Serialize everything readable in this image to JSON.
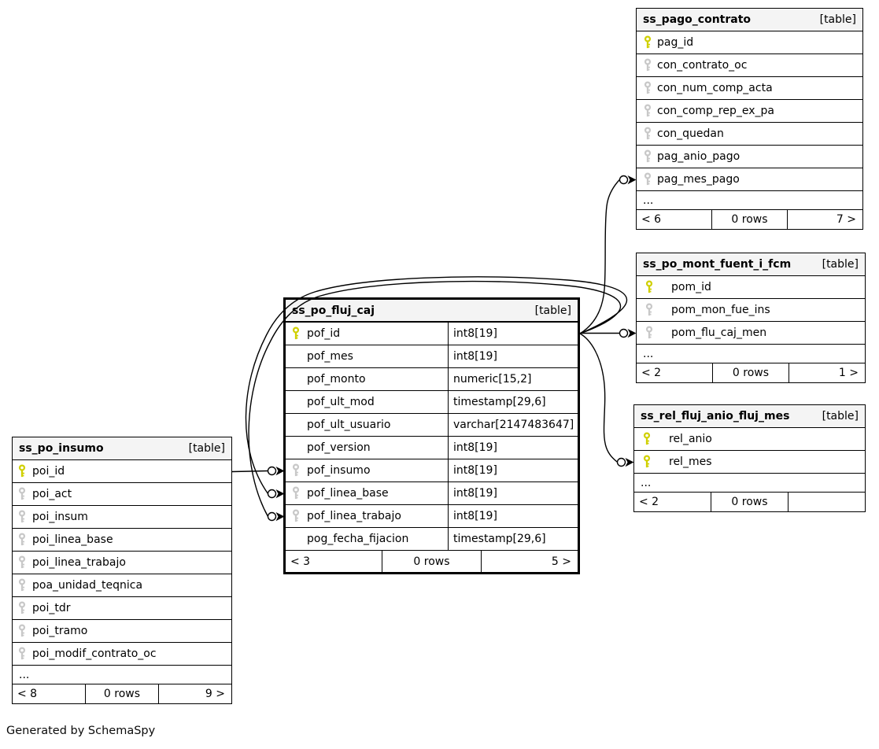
{
  "page": {
    "footer_note": "Generated by SchemaSpy"
  },
  "colors": {
    "primary_key": "#d0d000",
    "foreign_key": "#c8c8c8",
    "header_bg": "#f4f4f4",
    "line": "#000000"
  },
  "tables": [
    {
      "id": "ss_pago_contrato",
      "title": "ss_pago_contrato",
      "badge": "[table]",
      "columns": [
        {
          "name": "pag_id",
          "key": "primary"
        },
        {
          "name": "con_contrato_oc",
          "key": "foreign"
        },
        {
          "name": "con_num_comp_acta",
          "key": "foreign"
        },
        {
          "name": "con_comp_rep_ex_pa",
          "key": "foreign"
        },
        {
          "name": "con_quedan",
          "key": "foreign"
        },
        {
          "name": "pag_anio_pago",
          "key": "foreign"
        },
        {
          "name": "pag_mes_pago",
          "key": "foreign"
        }
      ],
      "ellipsis": "...",
      "footer": {
        "left": "< 6",
        "center": "0 rows",
        "right": "7 >"
      }
    },
    {
      "id": "ss_po_mont_fuent_i_fcm",
      "title": "ss_po_mont_fuent_i_fcm",
      "badge": "[table]",
      "columns": [
        {
          "name": "pom_id",
          "key": "primary"
        },
        {
          "name": "pom_mon_fue_ins",
          "key": "foreign"
        },
        {
          "name": "pom_flu_caj_men",
          "key": "foreign"
        }
      ],
      "ellipsis": "...",
      "footer": {
        "left": "< 2",
        "center": "0 rows",
        "right": "1 >"
      }
    },
    {
      "id": "ss_rel_fluj_anio_fluj_mes",
      "title": "ss_rel_fluj_anio_fluj_mes",
      "badge": "[table]",
      "columns": [
        {
          "name": "rel_anio",
          "key": "primary"
        },
        {
          "name": "rel_mes",
          "key": "primary"
        }
      ],
      "ellipsis": "...",
      "footer": {
        "left": "< 2",
        "center": "0 rows",
        "right": ""
      }
    },
    {
      "id": "ss_po_fluj_caj",
      "title": "ss_po_fluj_caj",
      "badge": "[table]",
      "columns": [
        {
          "name": "pof_id",
          "key": "primary",
          "type": "int8[19]"
        },
        {
          "name": "pof_mes",
          "key": null,
          "type": "int8[19]"
        },
        {
          "name": "pof_monto",
          "key": null,
          "type": "numeric[15,2]"
        },
        {
          "name": "pof_ult_mod",
          "key": null,
          "type": "timestamp[29,6]"
        },
        {
          "name": "pof_ult_usuario",
          "key": null,
          "type": "varchar[2147483647]"
        },
        {
          "name": "pof_version",
          "key": null,
          "type": "int8[19]"
        },
        {
          "name": "pof_insumo",
          "key": "foreign",
          "type": "int8[19]"
        },
        {
          "name": "pof_linea_base",
          "key": "foreign",
          "type": "int8[19]"
        },
        {
          "name": "pof_linea_trabajo",
          "key": "foreign",
          "type": "int8[19]"
        },
        {
          "name": "pog_fecha_fijacion",
          "key": null,
          "type": "timestamp[29,6]"
        }
      ],
      "ellipsis": null,
      "footer": {
        "left": "< 3",
        "center": "0 rows",
        "right": "5 >"
      }
    },
    {
      "id": "ss_po_insumo",
      "title": "ss_po_insumo",
      "badge": "[table]",
      "columns": [
        {
          "name": "poi_id",
          "key": "primary"
        },
        {
          "name": "poi_act",
          "key": "foreign"
        },
        {
          "name": "poi_insum",
          "key": "foreign"
        },
        {
          "name": "poi_linea_base",
          "key": "foreign"
        },
        {
          "name": "poi_linea_trabajo",
          "key": "foreign"
        },
        {
          "name": "poa_unidad_teqnica",
          "key": "foreign"
        },
        {
          "name": "poi_tdr",
          "key": "foreign"
        },
        {
          "name": "poi_tramo",
          "key": "foreign"
        },
        {
          "name": "poi_modif_contrato_oc",
          "key": "foreign"
        }
      ],
      "ellipsis": "...",
      "footer": {
        "left": "< 8",
        "center": "0 rows",
        "right": "9 >"
      }
    }
  ],
  "relationships": [
    {
      "from": "ss_po_insumo.poi_id",
      "to": "ss_po_fluj_caj.pof_insumo"
    },
    {
      "from": "ss_po_fluj_caj.pof_id",
      "to": "ss_po_fluj_caj.pof_linea_base"
    },
    {
      "from": "ss_po_fluj_caj.pof_id",
      "to": "ss_po_fluj_caj.pof_linea_trabajo"
    },
    {
      "from": "ss_po_fluj_caj.pof_id",
      "to": "ss_pago_contrato.pag_mes_pago"
    },
    {
      "from": "ss_po_fluj_caj.pof_id",
      "to": "ss_po_mont_fuent_i_fcm.pom_flu_caj_men"
    },
    {
      "from": "ss_po_fluj_caj.pof_id",
      "to": "ss_rel_fluj_anio_fluj_mes.rel_mes"
    }
  ]
}
